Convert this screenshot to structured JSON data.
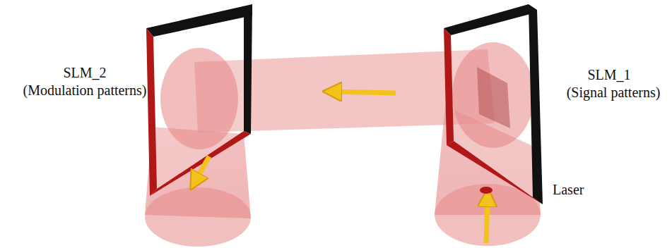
{
  "diagram": {
    "labels": [
      "SLM_2",
      "(Modulation patterns)",
      "SLM_1",
      "(Signal patterns)",
      "Laser"
    ]
  }
}
